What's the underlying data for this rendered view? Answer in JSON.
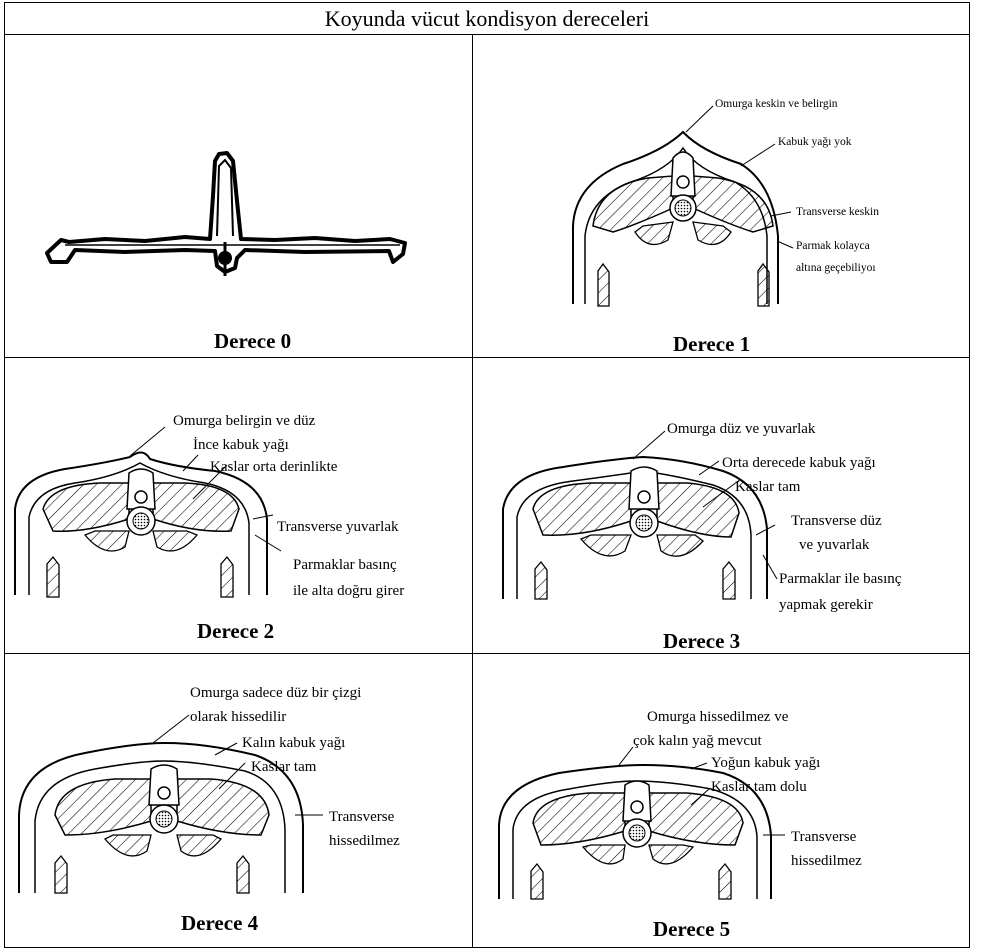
{
  "title": "Koyunda vücut kondisyon dereceleri",
  "cells": [
    {
      "caption": "Derece 0",
      "labels": []
    },
    {
      "caption": "Derece 1",
      "labels": [
        "Omurga keskin ve belirgin",
        "Kabuk yağı yok",
        "Transverse keskin",
        "Parmak kolayca",
        "altına geçebiliyoı"
      ]
    },
    {
      "caption": "Derece 2",
      "labels": [
        "Omurga belirgin ve düz",
        "İnce kabuk yağı",
        "Kaslar orta derinlikte",
        "Transverse yuvarlak",
        "Parmaklar basınç",
        "ile alta doğru girer"
      ]
    },
    {
      "caption": "Derece 3",
      "labels": [
        "Omurga düz ve yuvarlak",
        "Orta derecede kabuk yağı",
        "Kaslar tam",
        "Transverse düz",
        "ve yuvarlak",
        "Parmaklar ile basınç",
        "yapmak gerekir"
      ]
    },
    {
      "caption": "Derece 4",
      "labels": [
        "Omurga sadece düz bir çizgi",
        "olarak hissedilir",
        "Kalın kabuk yağı",
        "Kaslar tam",
        "Transverse",
        "hissedilmez"
      ]
    },
    {
      "caption": "Derece 5",
      "labels": [
        "Omurga hissedilmez ve",
        "çok kalın yağ mevcut",
        "Yoğun kabuk yağı",
        "Kaslar tam dolu",
        "Transverse",
        "hissedilmez"
      ]
    }
  ]
}
